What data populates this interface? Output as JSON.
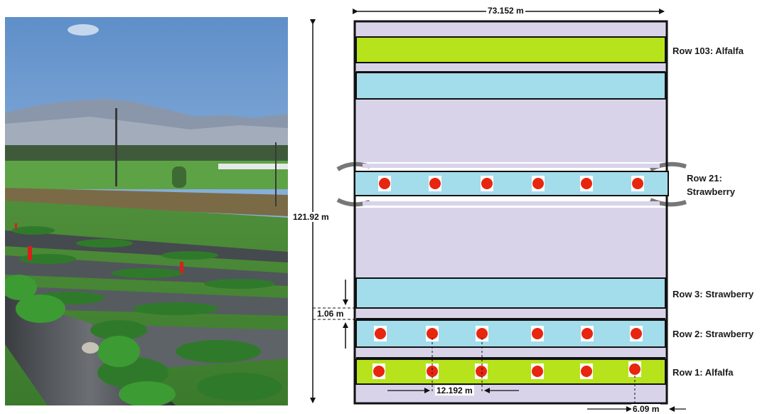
{
  "dimensions": {
    "field_width": "73.152 m",
    "field_length": "121.92 m",
    "row_spacing": "1.06 m",
    "plant_spacing": "12.192 m",
    "edge_offset": "6.09 m"
  },
  "row_labels": {
    "row_103": "Row 103: Alfalfa",
    "row_21_line1": "Row 21:",
    "row_21_line2": "Strawberry",
    "row_3": "Row 3: Strawberry",
    "row_2": "Row 2: Strawberry",
    "row_1": "Row 1: Alfalfa"
  },
  "colors": {
    "alfalfa": "#b7e31c",
    "strawberry_bed": "#a3dcea",
    "background_plot": "#d9d3ea",
    "sampler": "#e8250f",
    "outline": "#111111"
  },
  "photo": {
    "subject": "strawberry field with plastic mulch rows, red sampling markers, mountains in background"
  }
}
